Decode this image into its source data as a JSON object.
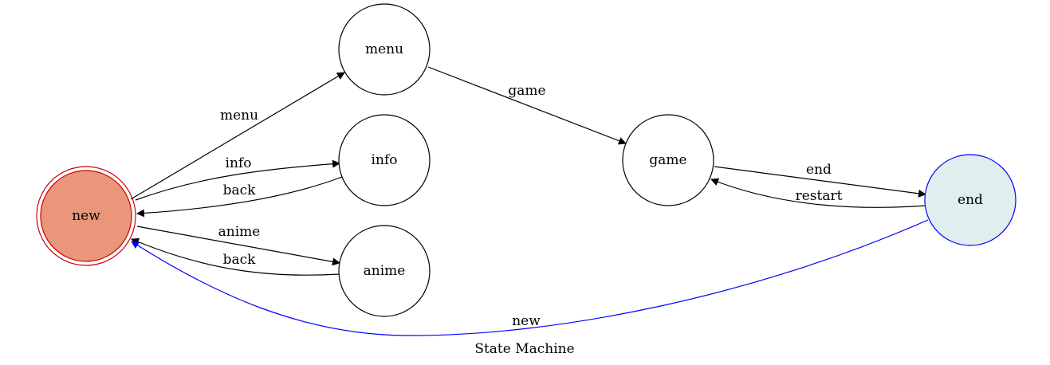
{
  "diagram": {
    "caption": "State Machine",
    "colors": {
      "start_fill": "#e9967a",
      "start_stroke": "#cc0000",
      "end_fill": "#e0eeee",
      "end_stroke": "#0000ff",
      "node_stroke": "#000000",
      "edge_default": "#000000",
      "edge_highlight": "#0000ff"
    },
    "nodes": {
      "new": "new",
      "menu": "menu",
      "info": "info",
      "anime": "anime",
      "game": "game",
      "end": "end"
    },
    "edges": {
      "new_menu": "menu",
      "new_info": "info",
      "info_new": "back",
      "new_anime": "anime",
      "anime_new": "back",
      "menu_game": "game",
      "game_end": "end",
      "end_game": "restart",
      "end_new": "new"
    }
  }
}
